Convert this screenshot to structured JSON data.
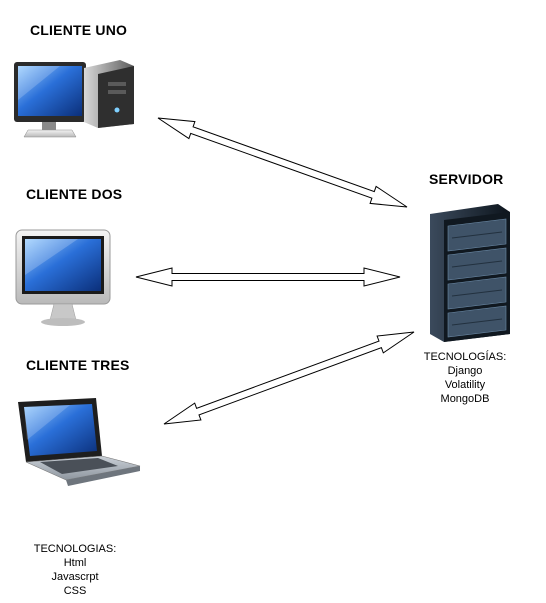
{
  "clients": [
    {
      "name": "CLIENTE UNO",
      "device": "desktop-tower-icon"
    },
    {
      "name": "CLIENTE DOS",
      "device": "imac-monitor-icon"
    },
    {
      "name": "CLIENTE TRES",
      "device": "laptop-icon"
    }
  ],
  "server": {
    "name": "SERVIDOR",
    "device": "server-rack-icon",
    "tech_title": "TECNOLOGÍAS:",
    "tech_items": [
      "Django",
      "Volatility",
      "MongoDB"
    ]
  },
  "client_tech": {
    "title": "TECNOLOGIAS:",
    "items": [
      "Html",
      "Javascrpt",
      "CSS"
    ]
  },
  "colors": {
    "arrow_stroke": "#000000",
    "arrow_fill": "#ffffff",
    "screen_blue": "#2a6fd8",
    "server_dark": "#1f2a36"
  }
}
